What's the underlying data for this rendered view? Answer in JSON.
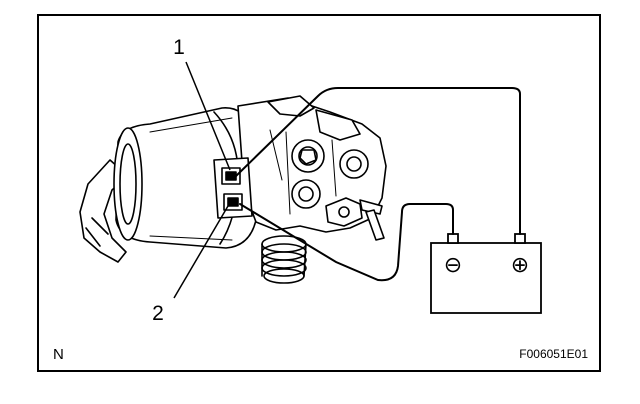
{
  "callouts": {
    "one": "1",
    "two": "2"
  },
  "battery": {
    "negative_symbol": "⊖",
    "positive_symbol": "⊕"
  },
  "footer": {
    "corner_letter": "N",
    "figure_code": "F006051E01"
  },
  "icons": [
    "wiper-motor-illustration",
    "battery-icon",
    "connector-icon"
  ],
  "colors": {
    "ink": "#000000",
    "paper": "#ffffff"
  }
}
